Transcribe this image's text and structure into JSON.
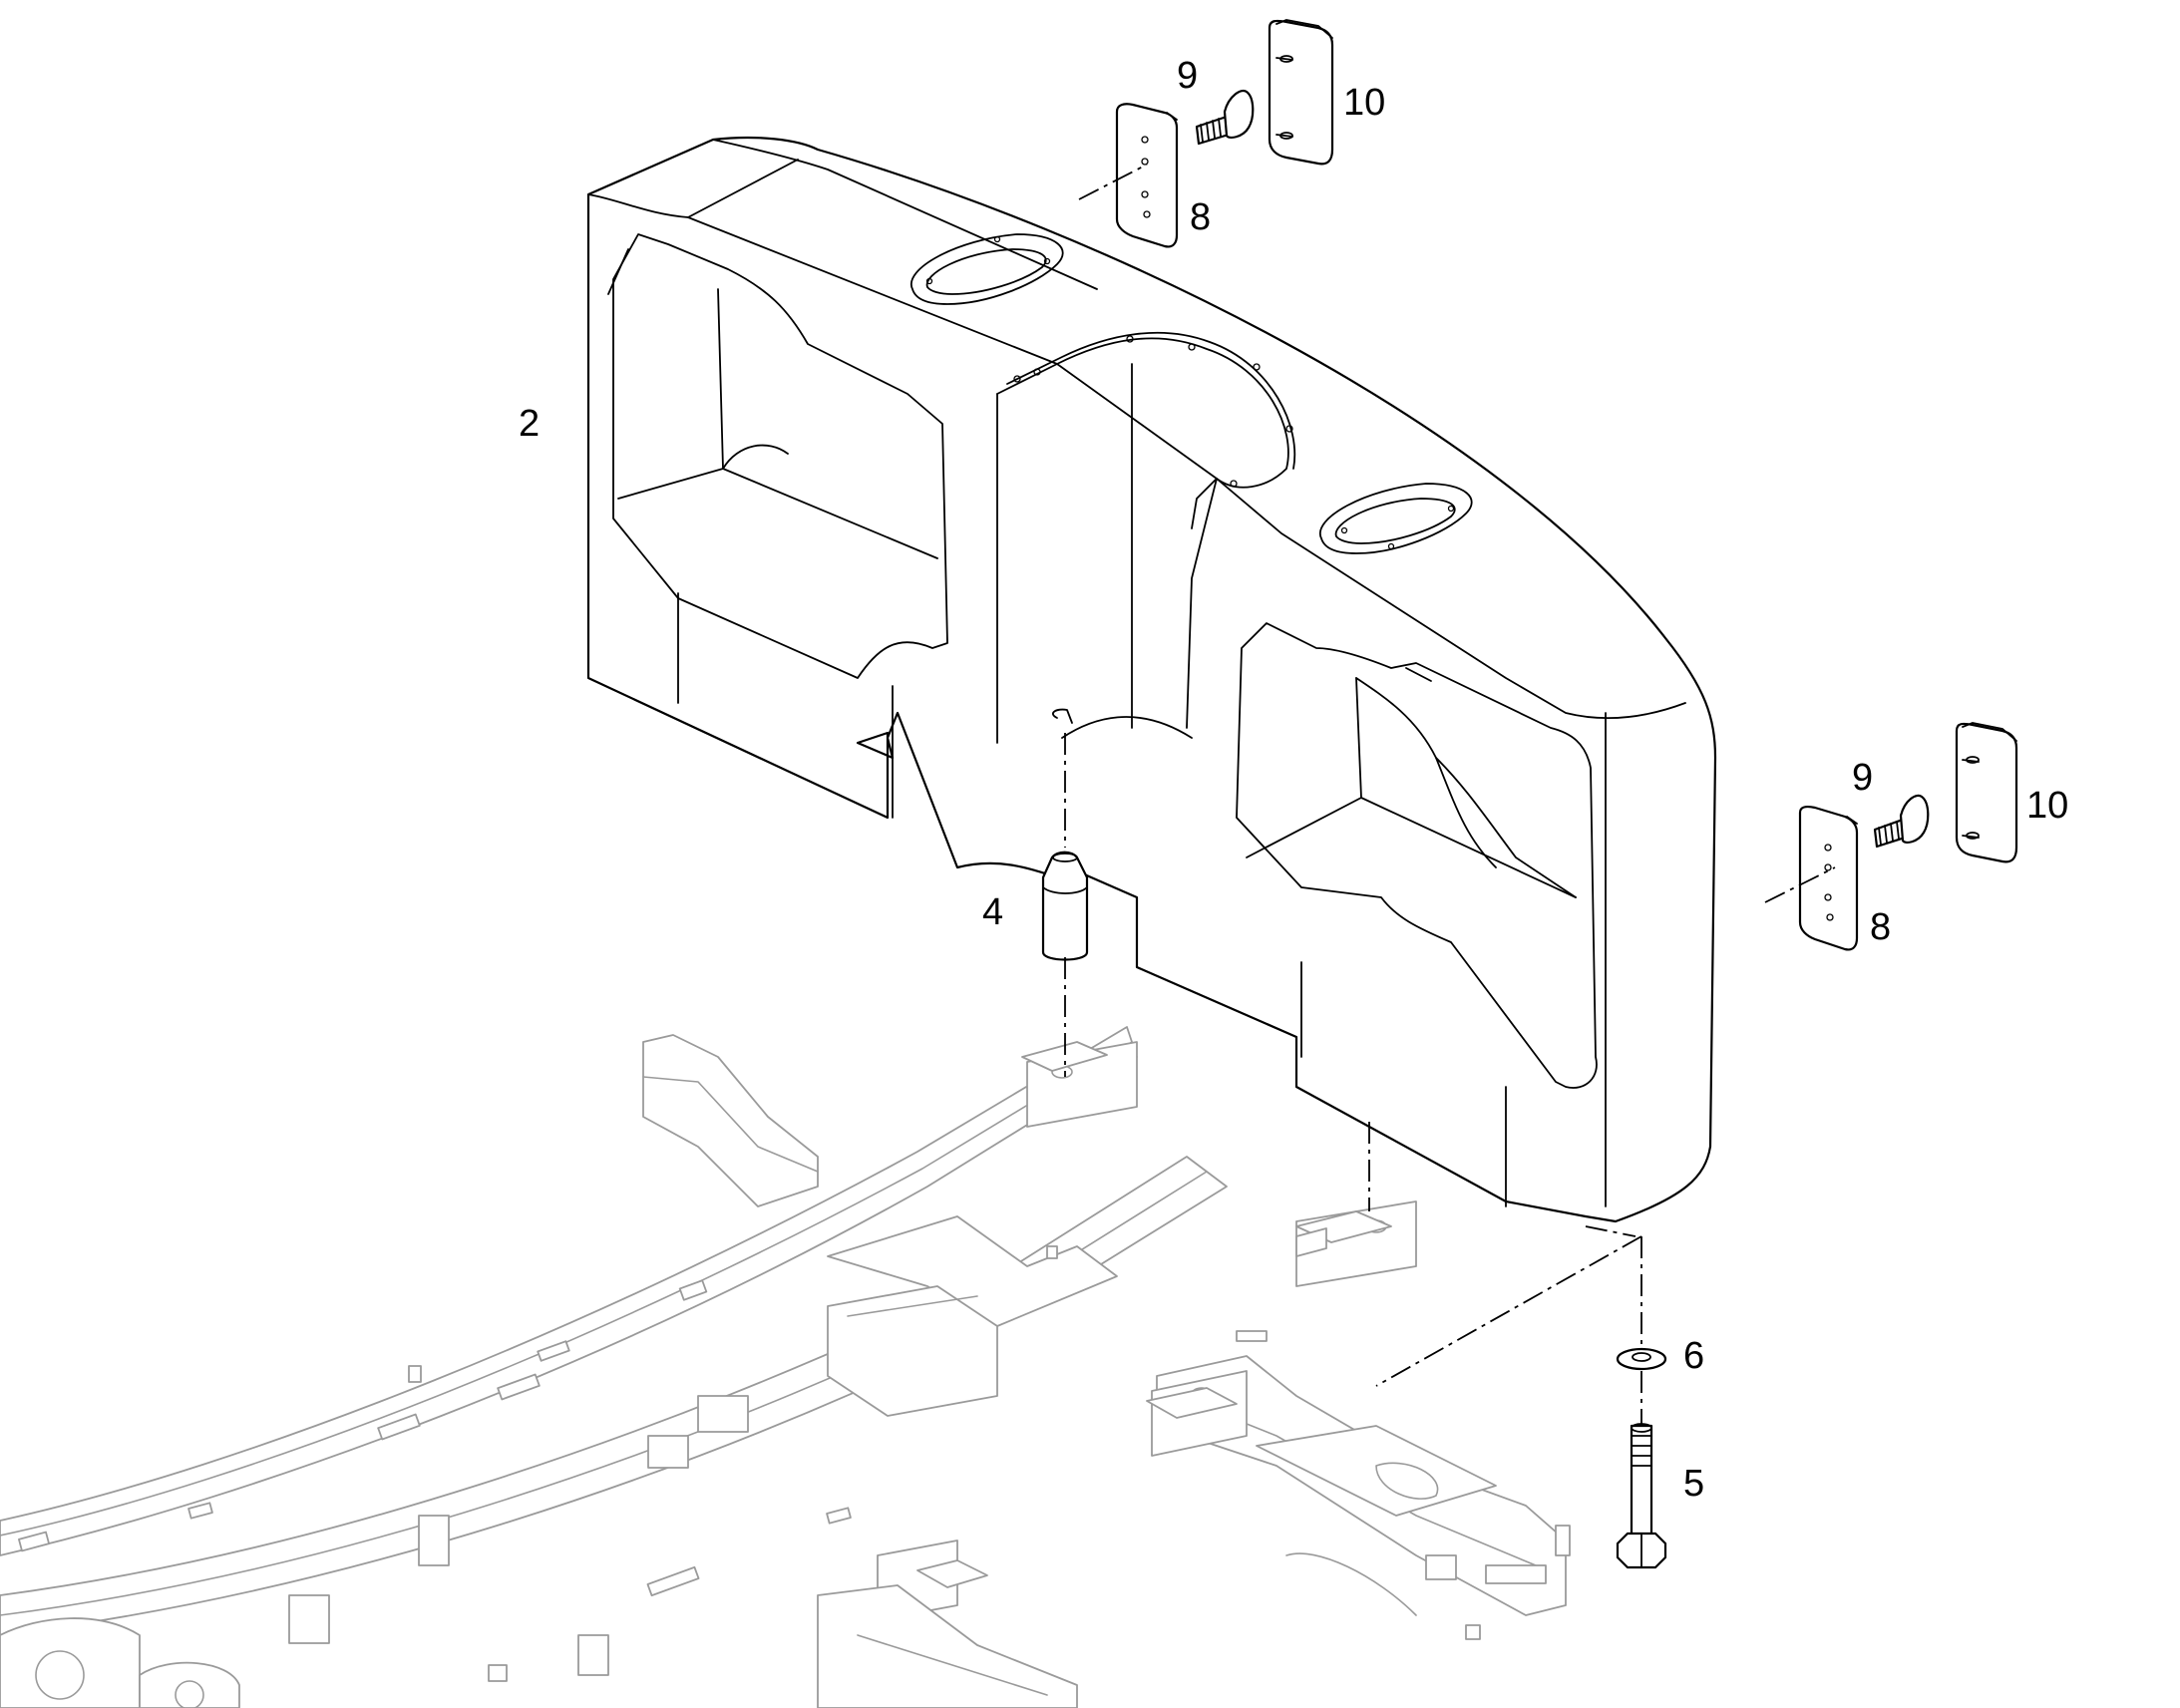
{
  "callouts": {
    "item_2": "2",
    "item_4": "4",
    "item_5": "5",
    "item_6": "6",
    "item_8_top": "8",
    "item_9_top": "9",
    "item_10_top": "10",
    "item_8_right": "8",
    "item_9_right": "9",
    "item_10_right": "10"
  },
  "colors": {
    "line": "#000000",
    "frame_line": "#9a9a9a",
    "background": "#ffffff"
  }
}
